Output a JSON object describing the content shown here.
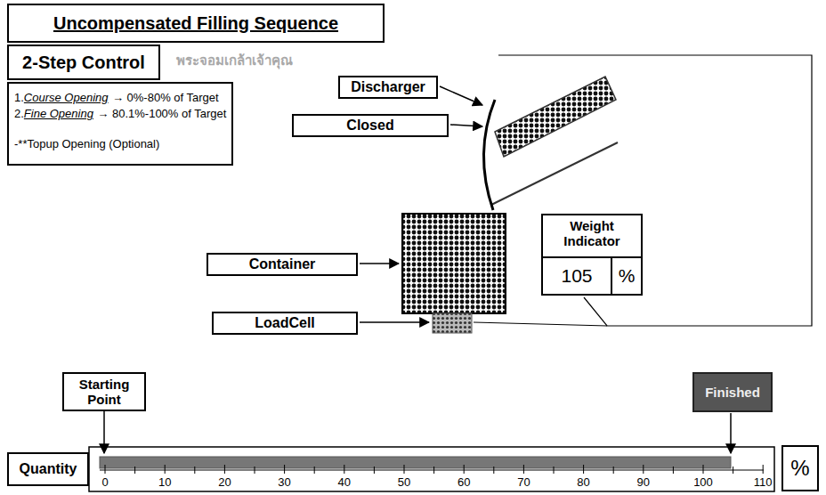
{
  "diagram": {
    "title": "Uncompensated Filling Sequence",
    "nodes": [
      {
        "text": [
          "Uncompensated Filling Sequence"
        ]
      },
      {
        "text": [
          "2-Step Control"
        ]
      },
      {
        "text": [
          "1.",
          "Course Opening",
          "→ 0%-80% of Target",
          "2.",
          "Fine Opening",
          "→ 80.1%-100% of Target",
          "-**Topup Opening (Optional)"
        ]
      },
      {
        "text": [
          "Discharger"
        ]
      },
      {
        "text": [
          "Closed"
        ]
      },
      {
        "text": [
          "Container"
        ]
      },
      {
        "text": [
          "LoadCell"
        ]
      },
      {
        "text": [
          "Weight Indicator"
        ]
      },
      {
        "text": [
          "105"
        ],
        "in": 7
      },
      {
        "text": [
          "%"
        ],
        "in": 7
      },
      {
        "text": [
          "Starting Point"
        ]
      },
      {
        "text": [
          "Finished"
        ]
      },
      {
        "text": [
          "Quantity"
        ]
      },
      {
        "text": [
          "%"
        ]
      }
    ],
    "labels": [
      "0",
      "10",
      "20",
      "30",
      "40",
      "50",
      "60",
      "70",
      "80",
      "90",
      "100",
      "110",
      "พระจอมเกล้าเจ้าคุณ"
    ]
  }
}
